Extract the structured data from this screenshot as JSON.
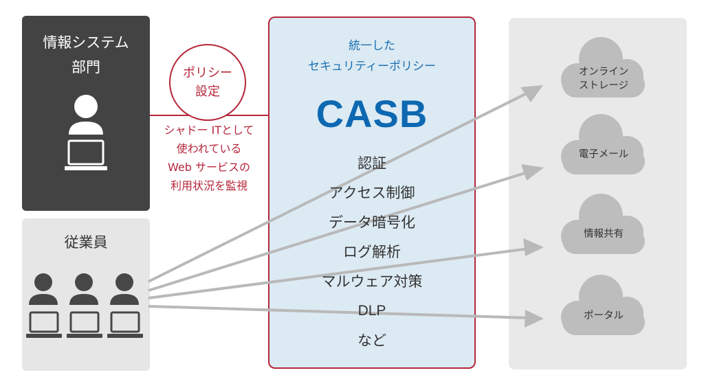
{
  "it_department": {
    "title_line1": "情報システム",
    "title_line2": "部門"
  },
  "employees": {
    "title": "従業員"
  },
  "policy_circle": {
    "line1": "ポリシー",
    "line2": "設定"
  },
  "shadow_it_note": {
    "line1": "シャドー ITとして",
    "line2": "使われている",
    "line3": "Web サービスの",
    "line4": "利用状況を監視"
  },
  "casb": {
    "subtitle_line1": "統一した",
    "subtitle_line2": "セキュリティーポリシー",
    "title": "CASB",
    "features": [
      "認証",
      "アクセス制御",
      "データ暗号化",
      "ログ解析",
      "マルウェア対策",
      "DLP",
      "など"
    ]
  },
  "services": [
    {
      "line1": "オンライン",
      "line2": "ストレージ"
    },
    {
      "line1": "電子メール",
      "line2": ""
    },
    {
      "line1": "情報共有",
      "line2": ""
    },
    {
      "line1": "ポータル",
      "line2": ""
    }
  ],
  "colors": {
    "accent_red": "#b5263a",
    "casb_blue": "#0d68b1",
    "dark_panel": "#434343",
    "light_panel": "#e6e6e6",
    "casb_bg": "#dceaf3",
    "cloud": "#bdbdbd",
    "arrow": "#b9b9b9"
  }
}
